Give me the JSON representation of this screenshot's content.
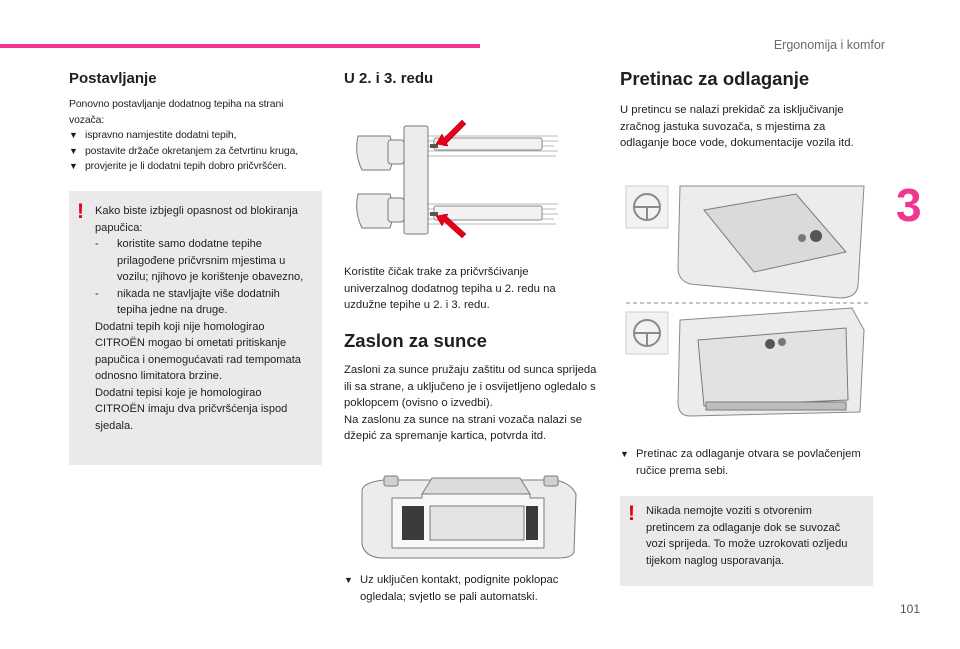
{
  "header": {
    "title": "Ergonomija i komfor",
    "chapter": "3",
    "page": "101"
  },
  "col1": {
    "title": "Postavljanje",
    "intro": "Ponovno postavljanje dodatnog tepiha na strani vozača:",
    "bullets": [
      "ispravno namjestite dodatni tepih,",
      "postavite držače okretanjem za četvrtinu kruga,",
      "provjerite je li dodatni tepih dobro pričvršćen."
    ],
    "warning": {
      "icon": "!",
      "lead": "Kako biste izbjegli opasnost od blokiranja papučica:",
      "items": [
        "koristite samo dodatne tepihe prilagođene pričvrsnim mjestima u vozilu; njihovo je korištenje obavezno,",
        "nikada ne stavljajte više dodatnih tepiha jedne na druge."
      ],
      "p1": "Dodatni tepih koji nije homologirao CITROËN mogao bi ometati pritiskanje papučica i onemogućavati rad tempomata odnosno limitatora brzine.",
      "p2": "Dodatni tepisi koje je homologirao CITROËN imaju dva pričvršćenja ispod sjedala."
    }
  },
  "col2": {
    "title": "U 2. i 3. redu",
    "text1": "Koristite čičak trake za pričvršćivanje univerzalnog dodatnog tepiha u 2. redu na uzdužne tepihe u 2. i 3. redu.",
    "title2": "Zaslon za sunce",
    "text2a": "Zasloni za sunce pružaju zaštitu od sunca sprijeda ili sa strane, a uključeno je i osvijetljeno ogledalo s poklopcem (ovisno o izvedbi).",
    "text2b": "Na zaslonu za sunce na strani vozača nalazi se džepić za spremanje kartica, potvrda itd.",
    "bullet": "Uz uključen kontakt, podignite poklopac ogledala; svjetlo se pali automatski."
  },
  "col3": {
    "title": "Pretinac za odlaganje",
    "text": "U pretincu se nalazi prekidač za isključivanje zračnog jastuka suvozača, s mjestima za odlaganje boce vode, dokumentacije vozila itd.",
    "bullet": "Pretinac za odlaganje otvara se povlačenjem ručice prema sebi.",
    "warning": {
      "icon": "!",
      "text": "Nikada nemojte voziti s otvorenim pretincem za odlaganje dok se suvozač vozi sprijeda. To može uzrokovati ozljedu tijekom naglog usporavanja."
    }
  },
  "colors": {
    "accent": "#f0368f",
    "warning": "#e2001a",
    "panel": "#eaeaea"
  }
}
